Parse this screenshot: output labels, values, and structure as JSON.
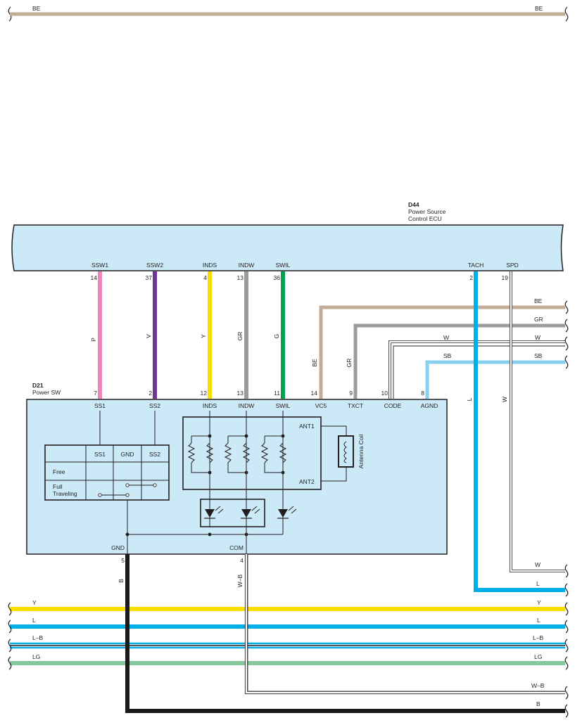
{
  "colors": {
    "BE": "#c4ad98",
    "P": "#ee86b9",
    "V": "#6e3596",
    "Y": "#fadd00",
    "GR": "#9a9b9d",
    "G": "#00a04f",
    "L": "#00aee8",
    "SB": "#87d0f0",
    "LG": "#86c89b",
    "B": "#1a1a1a",
    "W": "#ffffff",
    "ecu_fill": "#cbe9f7",
    "outline": "#231f20"
  },
  "top_wire": {
    "left_label": "BE",
    "right_label": "BE"
  },
  "ecu": {
    "id": "D44",
    "name_line1": "Power Source",
    "name_line2": "Control ECU",
    "pins": [
      {
        "name": "SSW1",
        "num": "14"
      },
      {
        "name": "SSW2",
        "num": "37"
      },
      {
        "name": "INDS",
        "num": "4"
      },
      {
        "name": "INDW",
        "num": "13"
      },
      {
        "name": "SWIL",
        "num": "36"
      },
      {
        "name": "TACH",
        "num": "2"
      },
      {
        "name": "SPD",
        "num": "19"
      }
    ]
  },
  "wire_colors": {
    "ssw1": "P",
    "ssw2": "V",
    "inds": "Y",
    "indw": "GR",
    "swil": "G",
    "vc5": "BE",
    "txct": "GR",
    "tach": "L",
    "spd": "W",
    "gnd": "B",
    "com": "W–B"
  },
  "right_wires": {
    "be": "BE",
    "gr": "GR",
    "w": "W",
    "sb": "SB",
    "w_spd": "W",
    "l_tach": "L",
    "w_b": "W–B",
    "b": "B"
  },
  "inner_labels": {
    "code_w": "W",
    "agnd_sb": "SB"
  },
  "power_sw": {
    "id": "D21",
    "name": "Power SW",
    "top_pins": [
      {
        "name": "SS1",
        "num": "7"
      },
      {
        "name": "SS2",
        "num": "2"
      },
      {
        "name": "INDS",
        "num": "12"
      },
      {
        "name": "INDW",
        "num": "13"
      },
      {
        "name": "SWIL",
        "num": "11"
      },
      {
        "name": "VC5",
        "num": "14"
      },
      {
        "name": "TXCT",
        "num": "9"
      },
      {
        "name": "CODE",
        "num": "10"
      },
      {
        "name": "AGND",
        "num": "8"
      }
    ],
    "bottom_pins": [
      {
        "name": "GND",
        "num": "5"
      },
      {
        "name": "COM",
        "num": "4"
      }
    ],
    "table": {
      "headers": [
        "SS1",
        "GND",
        "SS2"
      ],
      "rows": [
        "Free",
        "Full",
        "Traveling"
      ]
    },
    "ant1": "ANT1",
    "ant2": "ANT2",
    "antenna": "Antenna Coil"
  },
  "bus_wires": [
    {
      "label": "Y",
      "right": "Y"
    },
    {
      "label": "L",
      "right": "L"
    },
    {
      "label": "L–B",
      "right": "L–B"
    },
    {
      "label": "LG",
      "right": "LG"
    }
  ]
}
